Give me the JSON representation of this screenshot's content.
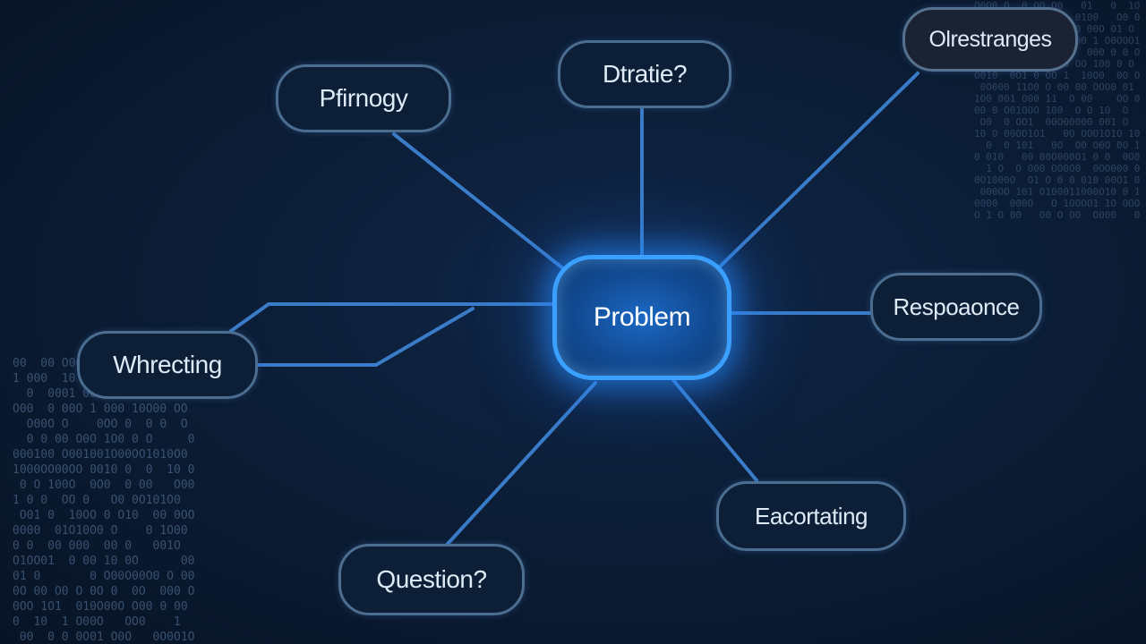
{
  "diagram": {
    "center": {
      "label": "Problem"
    },
    "nodes": [
      {
        "id": "pfirnogy",
        "label": "Pfirnogy"
      },
      {
        "id": "dtratie",
        "label": "Dtratie?"
      },
      {
        "id": "outer",
        "label": "Olrestranges"
      },
      {
        "id": "whrecting",
        "label": "Whrecting"
      },
      {
        "id": "respoconce",
        "label": "Respoaonce"
      },
      {
        "id": "eacortating",
        "label": "Eacortating"
      },
      {
        "id": "question",
        "label": "Question?"
      }
    ]
  },
  "colors": {
    "background": "#0b1a30",
    "link": "#3f86d8",
    "center_fill": "#1b68c4",
    "center_border": "#3aa0ff",
    "node_border": "#4b6d8f"
  }
}
